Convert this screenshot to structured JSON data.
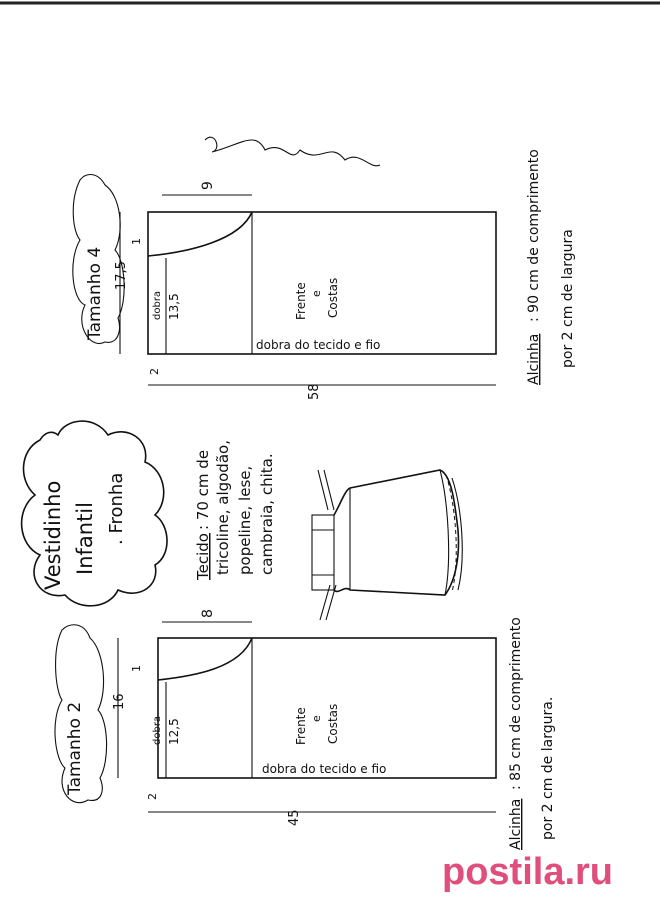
{
  "title": {
    "line1": "Vestidinho",
    "line2": "Infantil",
    "line3": ". Fronha"
  },
  "fabric_note": {
    "label": "Tecido",
    "lines": [
      ": 70 cm de",
      "tricoline, algodão,",
      "popeline, lese,",
      "cambraia, chita."
    ]
  },
  "signature": "Marlene Mukai",
  "pattern_size4": {
    "label": "Tamanho 4",
    "width_total": "58",
    "height_total": "17,5",
    "armhole_depth": "9",
    "fold_label": "dobra",
    "fold_height": "13,5",
    "hem_small": "2",
    "step_small": "1",
    "piece_label_1": "Frente",
    "piece_label_2": "e",
    "piece_label_3": "Costas",
    "fold_line": "dobra do tecido e fio",
    "strap_label": "Alcinha",
    "strap_line1": ": 90 cm de comprimento",
    "strap_line2": "por  2 cm  de  largura"
  },
  "pattern_size2": {
    "label": "Tamanho 2",
    "width_total": "45",
    "height_total": "16",
    "armhole_depth": "8",
    "fold_label": "dobra",
    "fold_height": "12,5",
    "hem_small": "2",
    "step_small": "1",
    "piece_label_1": "Frente",
    "piece_label_2": "e",
    "piece_label_3": "Costas",
    "fold_line": "dobra do tecido e fio",
    "strap_label": "Alcinha",
    "strap_line1": ": 85 cm de  comprimento",
    "strap_line2": "por  2 cm  de  largura."
  },
  "watermark": {
    "text": "postila.ru",
    "color": "#d8235a"
  },
  "colors": {
    "ink": "#111111",
    "paper": "#ffffff",
    "accent": "#d8235a"
  }
}
